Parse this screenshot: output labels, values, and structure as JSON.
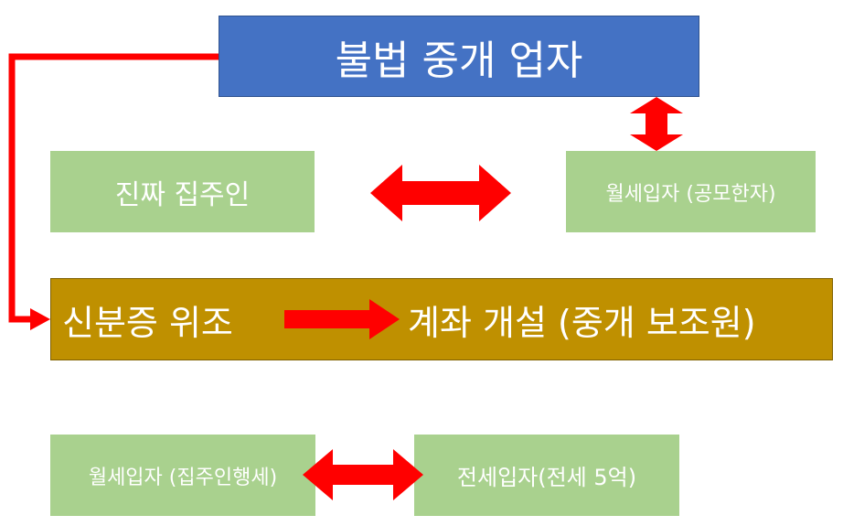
{
  "nodes": {
    "broker": "불법 중개 업자",
    "real_landlord": "진짜 집주인",
    "monthly_tenant_conspirator": "월세입자 (공모한자)",
    "identity_forgery": "신분증 위조",
    "account_opening": "계좌 개설 (중개 보조원)",
    "monthly_tenant_impersonator": "월세입자 (집주인행세)",
    "jeonse_tenant": "전세입자(전세 5억)"
  },
  "colors": {
    "broker_fill": "#4472C4",
    "green_fill": "#A9D18E",
    "gold_fill": "#BF9000",
    "arrow_red": "#FF0000",
    "text": "#FFFFFF"
  }
}
